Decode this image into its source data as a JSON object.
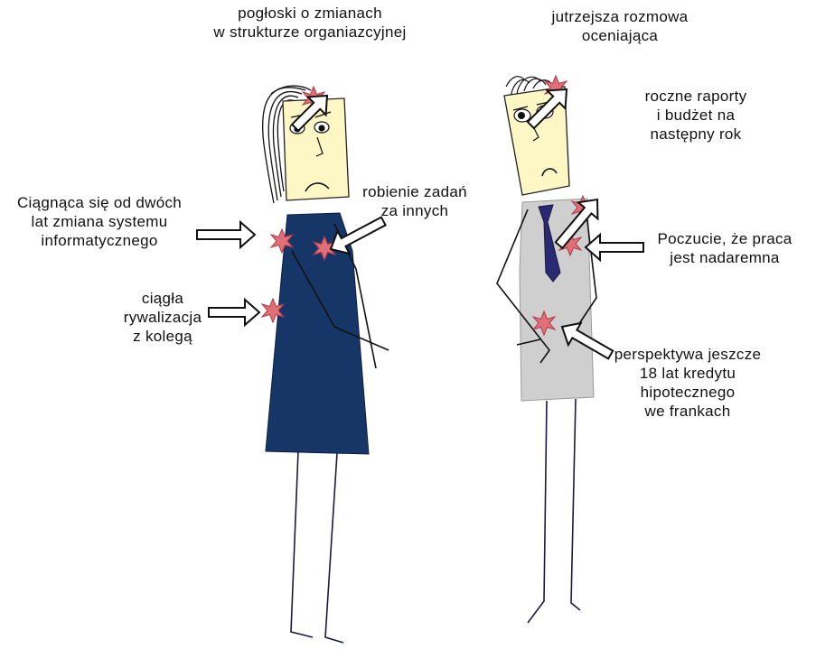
{
  "colors": {
    "face": "#fcf7c5",
    "dress": "#163668",
    "vest": "#cfcfcf",
    "tie": "#2a2a72",
    "star": "#e07078",
    "ink": "#111111"
  },
  "figures": {
    "woman": {
      "name": "woman-figure"
    },
    "man": {
      "name": "man-figure"
    }
  },
  "labels": {
    "rumors": [
      "pogłoski o zmianach",
      "w strukturze organiazcyjnej"
    ],
    "it_system": [
      "Ciągnąca się od dwóch",
      "lat zmiana systemu",
      "informatycznego"
    ],
    "rivalry": [
      "ciągła",
      "rywalizacja",
      "z kolegą"
    ],
    "others_tasks": [
      "robienie zadań",
      "za innych"
    ],
    "review": [
      "jutrzejsza rozmowa",
      "oceniająca"
    ],
    "reports": [
      "roczne raporty",
      "i budżet na",
      "następny rok"
    ],
    "futility": [
      "Poczucie, że praca",
      "jest nadaremna"
    ],
    "mortgage": [
      "perspektywa jeszcze",
      "18 lat kredytu",
      "hipotecznego",
      "we frankach"
    ]
  }
}
